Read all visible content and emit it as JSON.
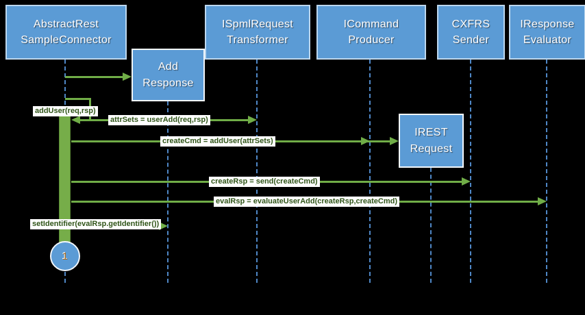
{
  "diagram_type": "uml-sequence-diagram",
  "colors": {
    "background": "#000000",
    "box_fill": "#5B9BD5",
    "participant_border": "#BDD7EE",
    "object_border": "#F2F7FC",
    "lifeline": "#4F87C6",
    "arrow": "#70AD47",
    "activation_fill": "#76AD49",
    "message_text": "#2F5418",
    "label_background": "#FFFFFF",
    "step_number_color": "#A5691F"
  },
  "participants": [
    {
      "id": "abstract-rest-sample-connector",
      "line1": "AbstractRest",
      "line2": "SampleConnector"
    },
    {
      "id": "ispml-request-transformer",
      "line1": "ISpmlRequest",
      "line2": "Transformer"
    },
    {
      "id": "icommand-producer",
      "line1": "ICommand",
      "line2": "Producer"
    },
    {
      "id": "cxfrs-sender",
      "line1": "CXFRS",
      "line2": "Sender"
    },
    {
      "id": "iresponse-evaluator",
      "line1": "IResponse",
      "line2": "Evaluator"
    }
  ],
  "objects": [
    {
      "id": "add-response",
      "line1": "Add",
      "line2": "Response"
    },
    {
      "id": "irest-request",
      "line1": "IREST",
      "line2": "Request"
    }
  ],
  "messages": [
    {
      "id": "add-user-self-call",
      "label": "addUser(req,rsp)"
    },
    {
      "id": "attr-sets-user-add",
      "label": "attrSets = userAdd(req,rsp)"
    },
    {
      "id": "create-cmd-add-user",
      "label": "createCmd = addUser(attrSets)"
    },
    {
      "id": "create-rsp-send",
      "label": "createRsp = send(createCmd)"
    },
    {
      "id": "eval-rsp-evaluate-user-add",
      "label": "evalRsp = evaluateUserAdd(createRsp,createCmd)"
    },
    {
      "id": "set-identifier",
      "label": "setIdentifier(evalRsp.getIdentifier())"
    }
  ],
  "step_marker": {
    "number": "1"
  }
}
